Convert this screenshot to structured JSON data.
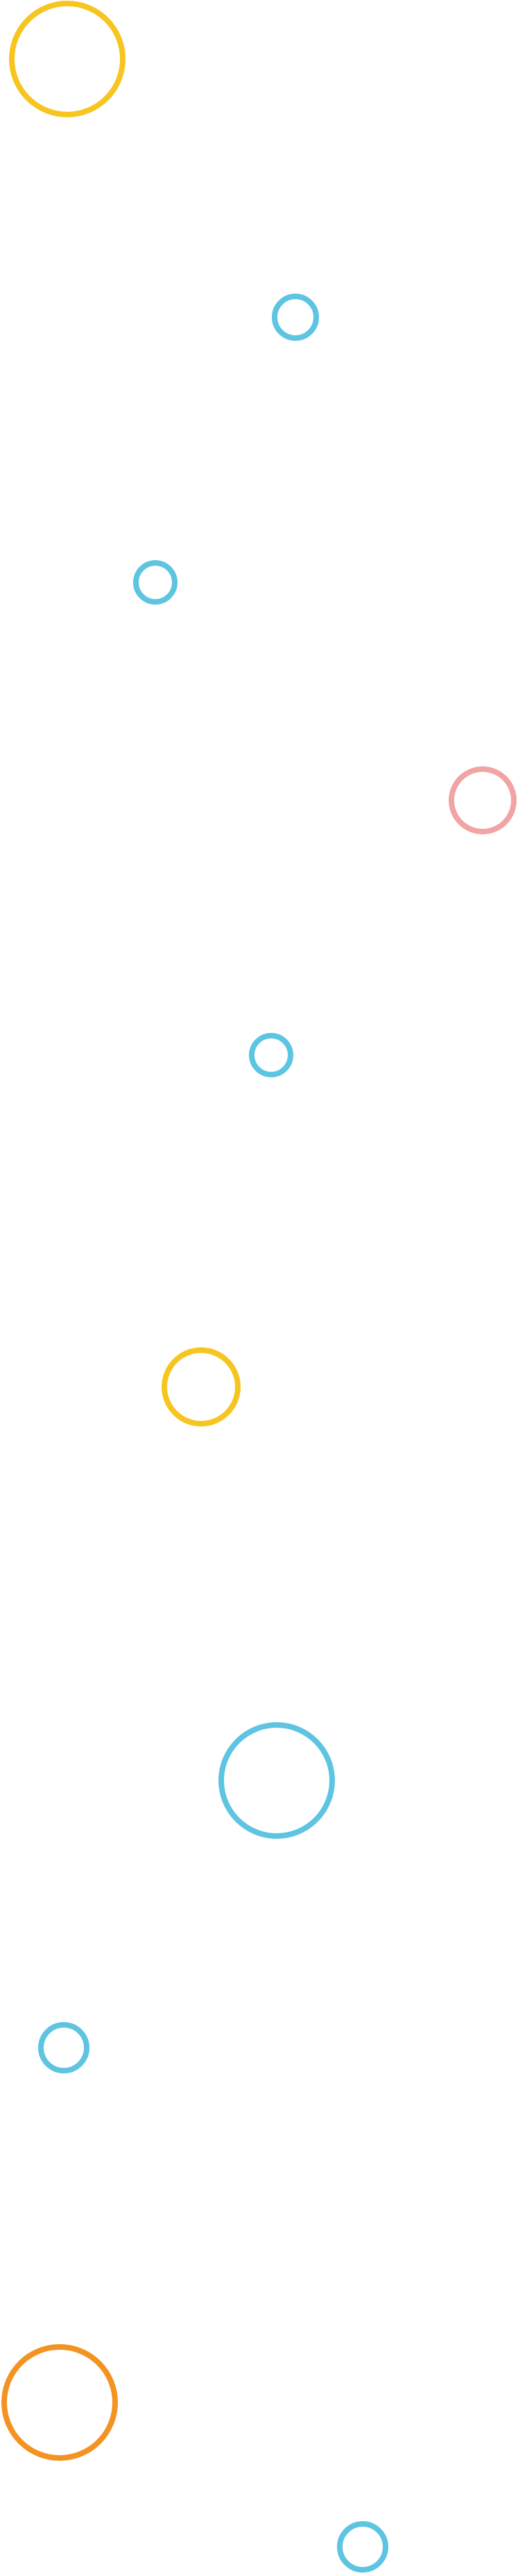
{
  "palette": {
    "yellow": "#F7C51F",
    "blue": "#5DC4E1",
    "pink": "#F2A3A3",
    "orange": "#F39321"
  },
  "decorations": [
    {
      "name": "yellow-ring-large",
      "color": "yellow"
    },
    {
      "name": "blue-ring-small-1",
      "color": "blue"
    },
    {
      "name": "blue-ring-small-2",
      "color": "blue"
    },
    {
      "name": "pink-ring-medium",
      "color": "pink"
    },
    {
      "name": "blue-ring-small-3",
      "color": "blue"
    },
    {
      "name": "yellow-ring-medium",
      "color": "yellow"
    },
    {
      "name": "blue-ring-large",
      "color": "blue"
    },
    {
      "name": "blue-ring-small-4",
      "color": "blue"
    },
    {
      "name": "orange-ring-large",
      "color": "orange"
    },
    {
      "name": "blue-ring-small-5",
      "color": "blue"
    }
  ]
}
